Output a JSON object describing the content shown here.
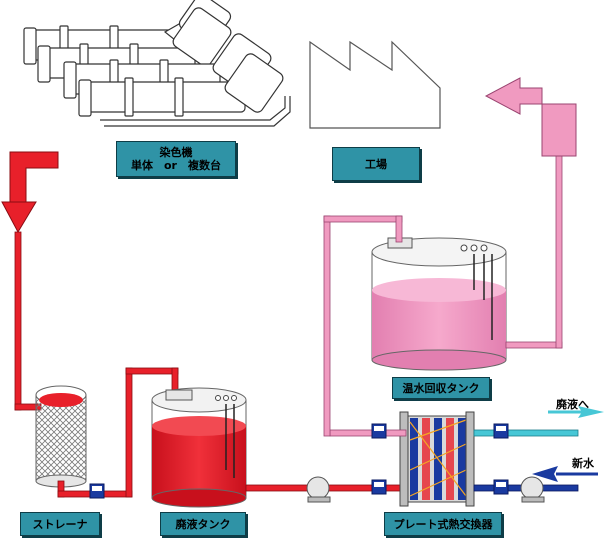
{
  "labels": {
    "dyeing_machine_line1": "染色機",
    "dyeing_machine_line2": "単体　or　複数台",
    "factory": "工場",
    "strainer": "ストレーナ",
    "waste_tank": "廃液タンク",
    "warm_water_tank": "温水回収タンク",
    "heat_exchanger": "プレート式熱交換器"
  },
  "flows": {
    "to_waste": "廃液へ",
    "fresh_water": "新水"
  },
  "colors": {
    "waste_liquid": "#e8202a",
    "warm_water": "#f09ac0",
    "drain_arrow": "#47c7d6",
    "fresh_water": "#1a3aa0",
    "label_fill": "#2f93a6"
  }
}
